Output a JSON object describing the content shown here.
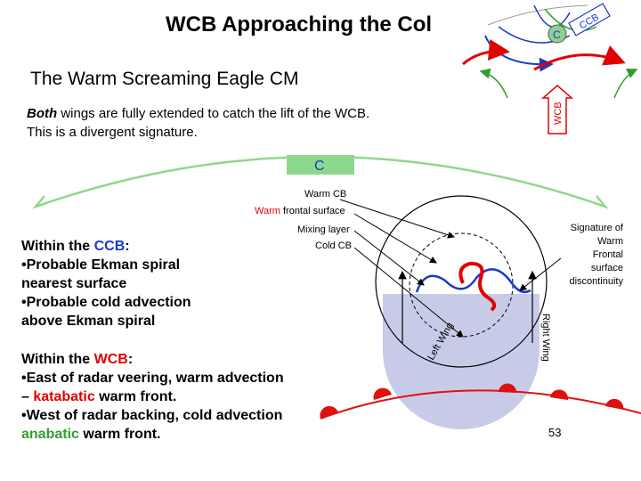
{
  "title": "WCB Approaching the Col",
  "subtitle": "The Warm Screaming Eagle CM",
  "description": {
    "lead": "Both",
    "line1_rest": " wings are fully extended to catch the lift of the WCB.",
    "line2": "This is a divergent signature."
  },
  "inset": {
    "c_label": "C",
    "ccb_label": "CCB",
    "wcb_label": "WCB"
  },
  "diagram": {
    "c_label": "C",
    "warm_cb": "Warm CB",
    "warm_frontal_surface_warm": "Warm",
    "warm_frontal_surface_rest": " frontal surface",
    "mixing_layer": "Mixing layer",
    "cold_cb": "Cold CB",
    "signature": [
      "Signature of",
      "Warm",
      "Frontal",
      "surface",
      "discontinuity"
    ],
    "left_wing": "Left Wing",
    "right_wing": "Right Wing"
  },
  "ccb_block": {
    "prefix": "Within the ",
    "keyword": "CCB",
    "suffix": ":",
    "line2": "•Probable Ekman spiral",
    "line3": "nearest surface",
    "line4": "•Probable cold advection",
    "line5": "above Ekman spiral"
  },
  "wcb_block": {
    "prefix": "Within the ",
    "keyword": "WCB",
    "suffix": ":",
    "line2": "•East of radar veering, warm advection",
    "line3_prefix": "– ",
    "line3_keyword": "katabatic",
    "line3_suffix": " warm front.",
    "line4": "•West of radar backing, cold advection",
    "line5_keyword": "anabatic",
    "line5_suffix": " warm front."
  },
  "page_number": "53",
  "colors": {
    "ccb_blue": "#1a39c8",
    "wcb_red": "#e00000",
    "green": "#2f9e2f",
    "front_red": "#e01010",
    "shade": "#c8cbe8"
  }
}
